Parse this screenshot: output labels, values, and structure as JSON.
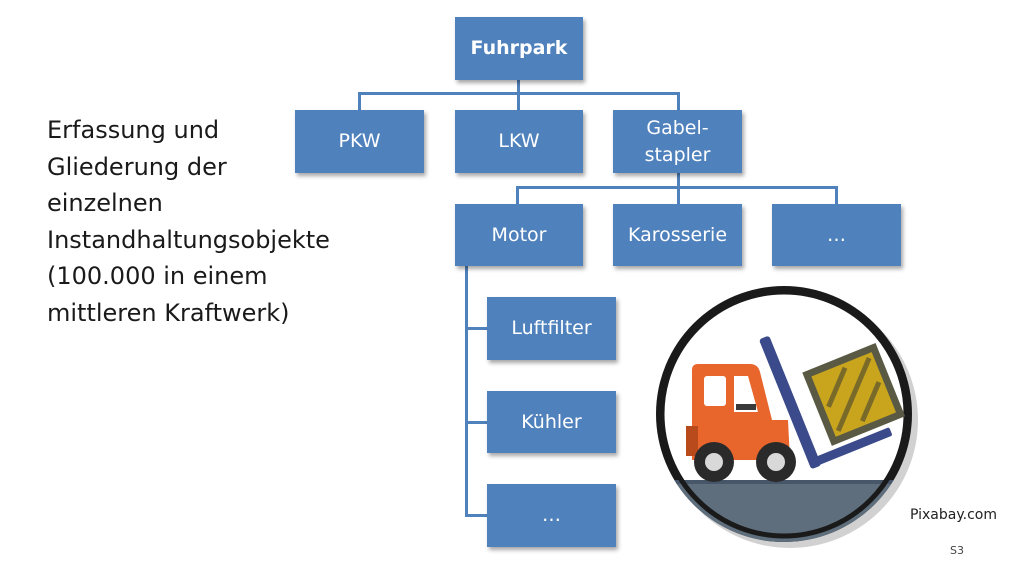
{
  "description": {
    "lines": [
      "Erfassung und",
      "Gliederung der",
      "einzelnen",
      "Instandhaltungsobjekte",
      "(100.000 in einem",
      "mittleren Kraftwerk)"
    ]
  },
  "hierarchy": {
    "root": "Fuhrpark",
    "level1": [
      "PKW",
      "LKW",
      "Gabel-\nstapler"
    ],
    "level2": [
      "Motor",
      "Karosserie",
      "…"
    ],
    "level3": [
      "Luftfilter",
      "Kühler",
      "…"
    ]
  },
  "image_credit": "Pixabay.com",
  "slide_number": "S3",
  "colors": {
    "box": "#4f81bd",
    "forklift_body": "#e8662c",
    "crate": "#c9a51e"
  },
  "icons": {
    "forklift": "forklift-icon"
  }
}
